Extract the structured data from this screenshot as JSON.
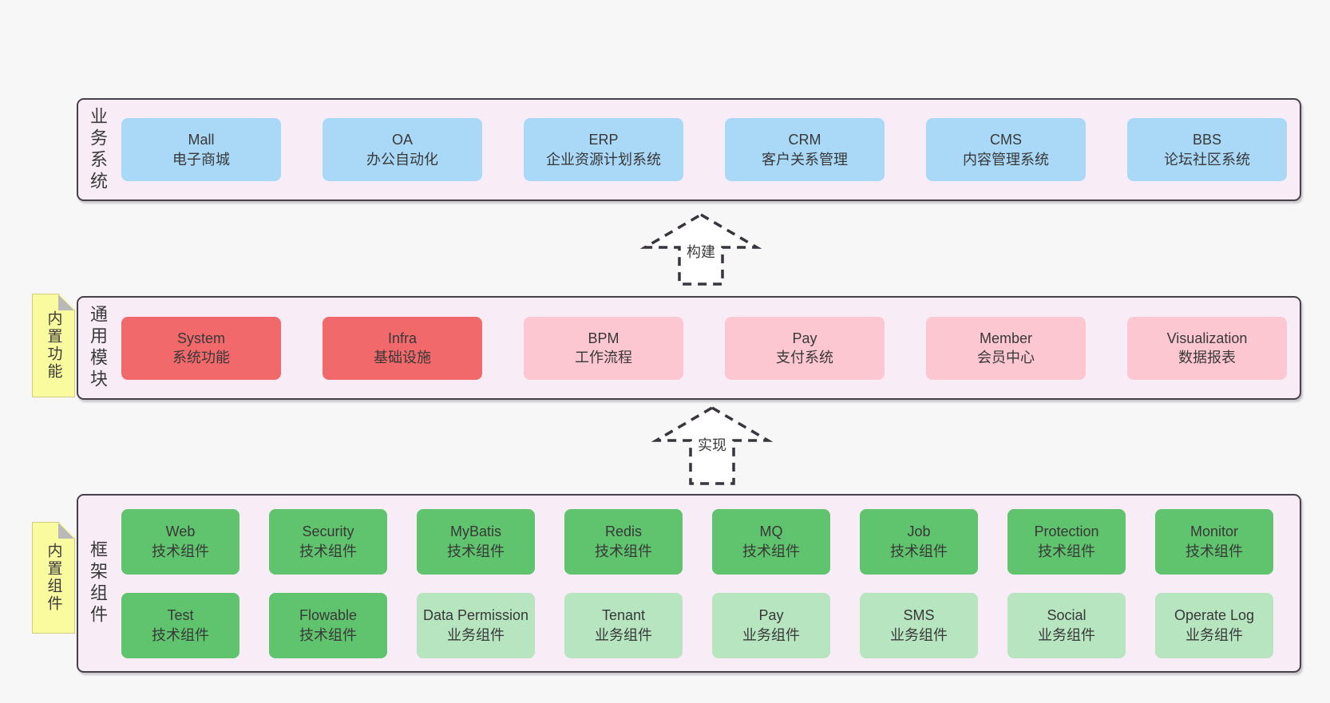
{
  "colors": {
    "page_bg": "#f7f7f7",
    "container_bg": "#f8edf7",
    "container_border": "#46404a",
    "blue_box": "#a9d9f7",
    "red_box": "#f1696b",
    "pink_box": "#fcc7d1",
    "green_box": "#5fc46d",
    "light_green_box": "#b7e5c0",
    "note_yellow": "#fafa9e",
    "note_fold_gray": "#b9b9b9",
    "text": "#3a3a3a"
  },
  "arrows": [
    {
      "label": "构建"
    },
    {
      "label": "实现"
    }
  ],
  "layers": [
    {
      "label": "业务系统",
      "boxes": [
        {
          "name": "Mall",
          "desc": "电子商城",
          "type": "blue"
        },
        {
          "name": "OA",
          "desc": "办公自动化",
          "type": "blue"
        },
        {
          "name": "ERP",
          "desc": "企业资源计划系统",
          "type": "blue"
        },
        {
          "name": "CRM",
          "desc": "客户关系管理",
          "type": "blue"
        },
        {
          "name": "CMS",
          "desc": "内容管理系统",
          "type": "blue"
        },
        {
          "name": "BBS",
          "desc": "论坛社区系统",
          "type": "blue"
        }
      ]
    },
    {
      "label": "通用模块",
      "note": "内置功能",
      "boxes": [
        {
          "name": "System",
          "desc": "系统功能",
          "type": "red"
        },
        {
          "name": "Infra",
          "desc": "基础设施",
          "type": "red"
        },
        {
          "name": "BPM",
          "desc": "工作流程",
          "type": "pink"
        },
        {
          "name": "Pay",
          "desc": "支付系统",
          "type": "pink"
        },
        {
          "name": "Member",
          "desc": "会员中心",
          "type": "pink"
        },
        {
          "name": "Visualization",
          "desc": "数据报表",
          "type": "pink"
        }
      ]
    },
    {
      "label": "框架组件",
      "note": "内置组件",
      "boxes": [
        {
          "name": "Web",
          "desc": "技术组件",
          "type": "green"
        },
        {
          "name": "Security",
          "desc": "技术组件",
          "type": "green"
        },
        {
          "name": "MyBatis",
          "desc": "技术组件",
          "type": "green"
        },
        {
          "name": "Redis",
          "desc": "技术组件",
          "type": "green"
        },
        {
          "name": "MQ",
          "desc": "技术组件",
          "type": "green"
        },
        {
          "name": "Job",
          "desc": "技术组件",
          "type": "green"
        },
        {
          "name": "Protection",
          "desc": "技术组件",
          "type": "green"
        },
        {
          "name": "Monitor",
          "desc": "技术组件",
          "type": "green"
        },
        {
          "name": "Test",
          "desc": "技术组件",
          "type": "green"
        },
        {
          "name": "Flowable",
          "desc": "技术组件",
          "type": "green"
        },
        {
          "name": "Data Permission",
          "desc": "业务组件",
          "type": "green-light"
        },
        {
          "name": "Tenant",
          "desc": "业务组件",
          "type": "green-light"
        },
        {
          "name": "Pay",
          "desc": "业务组件",
          "type": "green-light"
        },
        {
          "name": "SMS",
          "desc": "业务组件",
          "type": "green-light"
        },
        {
          "name": "Social",
          "desc": "业务组件",
          "type": "green-light"
        },
        {
          "name": "Operate Log",
          "desc": "业务组件",
          "type": "green-light"
        }
      ]
    }
  ]
}
